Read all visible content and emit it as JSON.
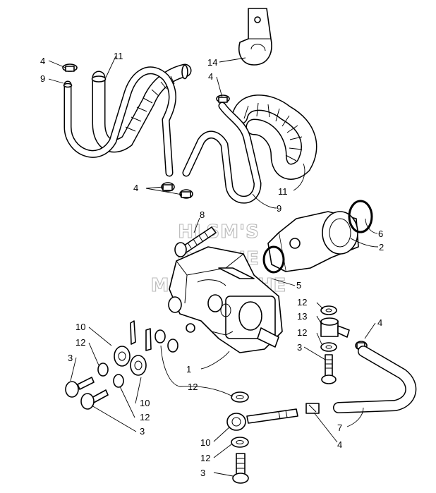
{
  "watermark": {
    "line1": "HLSM'S",
    "line2": "ONLINE",
    "line3": "MICROFICHE"
  },
  "callouts": {
    "n1": "1",
    "n2": "2",
    "n3a": "3",
    "n3b": "3",
    "n3c": "3",
    "n3d": "3",
    "n4a": "4",
    "n4b": "4",
    "n4c": "4",
    "n4d": "4",
    "n4e": "4",
    "n5": "5",
    "n6": "6",
    "n7": "7",
    "n8": "8",
    "n9a": "9",
    "n9b": "9",
    "n10a": "10",
    "n10b": "10",
    "n10c": "10",
    "n11a": "11",
    "n11b": "11",
    "n12a": "12",
    "n12b": "12",
    "n12c": "12",
    "n12d": "12",
    "n12e": "12",
    "n12f": "12",
    "n13": "13",
    "n14": "14"
  }
}
